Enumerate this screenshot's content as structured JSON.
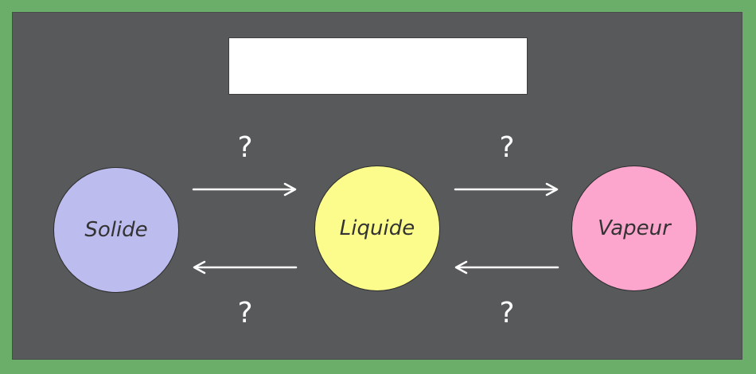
{
  "title": "",
  "states": {
    "solid": {
      "label": "Solide",
      "color": "#bcbcee"
    },
    "liquid": {
      "label": "Liquide",
      "color": "#fcfc8c"
    },
    "vapor": {
      "label": "Vapeur",
      "color": "#fca6ce"
    }
  },
  "transitions": {
    "solid_to_liquid": "?",
    "liquid_to_vapor": "?",
    "liquid_to_solid": "?",
    "vapor_to_liquid": "?"
  },
  "colors": {
    "frame": "#6aae6a",
    "board": "#58595b",
    "arrow": "#ffffff"
  }
}
